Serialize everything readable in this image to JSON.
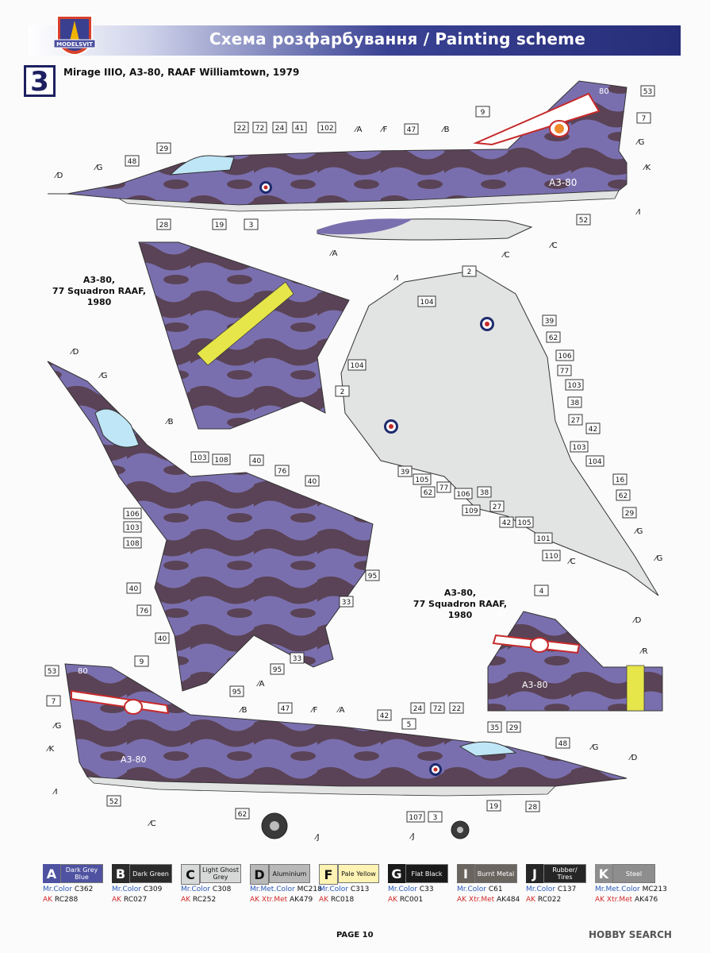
{
  "header": {
    "brand": "MODELSVIT",
    "title": "Схема розфарбування / Painting scheme"
  },
  "scheme": {
    "number": "3",
    "title": "Mirage IIIO, A3-80, RAAF Williamtown, 1979"
  },
  "captions": {
    "top_view": [
      "A3-80,",
      "77 Squadron RAAF,",
      "1980"
    ],
    "tail_view": [
      "A3-80,",
      "77 Squadron RAAF,",
      "1980"
    ]
  },
  "markings": {
    "serial": "A3-80",
    "tail_number": "80"
  },
  "callouts": {
    "side_top": [
      "22",
      "72",
      "24",
      "41",
      "102",
      "47",
      "9",
      "53",
      "7",
      "48",
      "29",
      "28",
      "19",
      "3",
      "52"
    ],
    "top_view": [
      "103",
      "108",
      "40",
      "76",
      "40",
      "106",
      "103",
      "108",
      "40",
      "76",
      "40",
      "95",
      "33",
      "95",
      "33",
      "95"
    ],
    "bottom_view": [
      "2",
      "104",
      "104",
      "2",
      "39",
      "62",
      "106",
      "77",
      "103",
      "38",
      "27",
      "42",
      "103",
      "104",
      "39",
      "105",
      "62",
      "77",
      "106",
      "109",
      "38",
      "27",
      "42",
      "105",
      "16",
      "62",
      "29",
      "101",
      "110"
    ],
    "tail_view": [
      "4"
    ],
    "side_bottom": [
      "53",
      "9",
      "7",
      "47",
      "42",
      "5",
      "24",
      "72",
      "22",
      "35",
      "29",
      "48",
      "52",
      "62",
      "107",
      "3",
      "19",
      "28"
    ]
  },
  "paint_refs": {
    "side_top": [
      "A",
      "F",
      "B",
      "G",
      "K",
      "I",
      "D",
      "G",
      "C",
      "A",
      "C"
    ],
    "top_view": [
      "B",
      "D",
      "G",
      "A"
    ],
    "bottom_view": [
      "I",
      "G",
      "G",
      "C",
      "D"
    ],
    "tail_view": [
      "R"
    ],
    "side_bottom": [
      "B",
      "F",
      "A",
      "G",
      "K",
      "I",
      "C",
      "J",
      "J",
      "G",
      "D"
    ]
  },
  "legend": [
    {
      "letter": "A",
      "name": "Dark Grey Blue",
      "color": "#4e52a0",
      "text_color": "#fff",
      "mr": "C362",
      "ak": "RC288",
      "ak_prefix": "AK"
    },
    {
      "letter": "B",
      "name": "Dark Green",
      "color": "#2b2b2b",
      "text_color": "#fff",
      "mr": "C309",
      "ak": "RC027",
      "ak_prefix": "AK"
    },
    {
      "letter": "C",
      "name": "Light Ghost Grey",
      "color": "#d7d9d8",
      "text_color": "#111",
      "mr": "C308",
      "ak": "RC252",
      "ak_prefix": "AK"
    },
    {
      "letter": "D",
      "name": "Aluminium",
      "color": "#b8b8b8",
      "text_color": "#111",
      "mr_prefix": "Mr.Met.Color",
      "mr": "MC218",
      "ak_prefix": "AK Xtr.Met",
      "ak": "AK479"
    },
    {
      "letter": "F",
      "name": "Pale Yellow",
      "color": "#fff3b3",
      "text_color": "#111",
      "mr": "C313",
      "ak": "RC018",
      "ak_prefix": "AK"
    },
    {
      "letter": "G",
      "name": "Flat Black",
      "color": "#1a1a1a",
      "text_color": "#fff",
      "mr": "C33",
      "ak": "RC001",
      "ak_prefix": "AK"
    },
    {
      "letter": "I",
      "name": "Burnt Metal",
      "color": "#6b6560",
      "text_color": "#fff",
      "mr": "C61",
      "ak_prefix": "AK Xtr.Met",
      "ak": "AK484"
    },
    {
      "letter": "J",
      "name": "Rubber/ Tires",
      "color": "#262626",
      "text_color": "#fff",
      "mr": "C137",
      "ak": "RC022",
      "ak_prefix": "AK"
    },
    {
      "letter": "K",
      "name": "Steel",
      "color": "#8e8e8e",
      "text_color": "#fff",
      "mr_prefix": "Mr.Met.Color",
      "mr": "MC213",
      "ak_prefix": "AK Xtr.Met",
      "ak": "AK476"
    }
  ],
  "legend_labels": {
    "mr_prefix": "Mr.Color",
    "ak_prefix": "AK"
  },
  "footer": {
    "page": "PAGE 10",
    "watermark": "HOBBY SEARCH"
  },
  "colors": {
    "camo_purple": "#7a6fae",
    "camo_brown": "#5a4356",
    "underside": "#e2e3e3",
    "header_blue": "#262d78"
  }
}
